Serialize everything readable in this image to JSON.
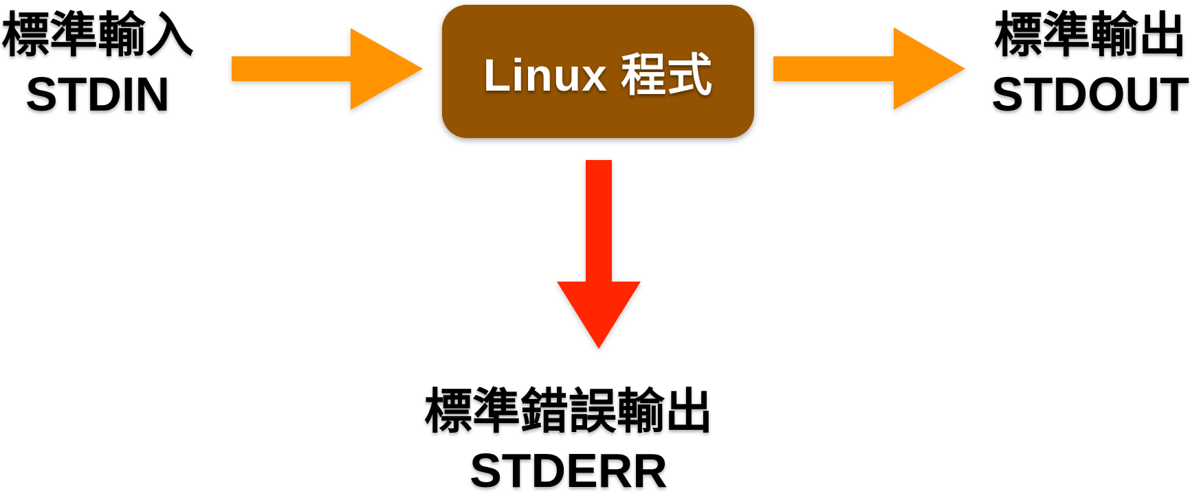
{
  "program_box": {
    "label": "Linux 程式"
  },
  "stdin_label": {
    "name_zh": "標準輸入",
    "name_en": "STDIN"
  },
  "stdout_label": {
    "name_zh": "標準輸出",
    "name_en": "STDOUT"
  },
  "stderr_label": {
    "name_zh": "標準錯誤輸出",
    "name_en": "STDERR"
  },
  "colors": {
    "background": "#FFFFFF",
    "box_brown": "#935301",
    "box_label_text": "#FFFFFF",
    "arrow_orange": "#FF9300",
    "arrow_red": "#FF2600",
    "label_text": "#000000"
  }
}
